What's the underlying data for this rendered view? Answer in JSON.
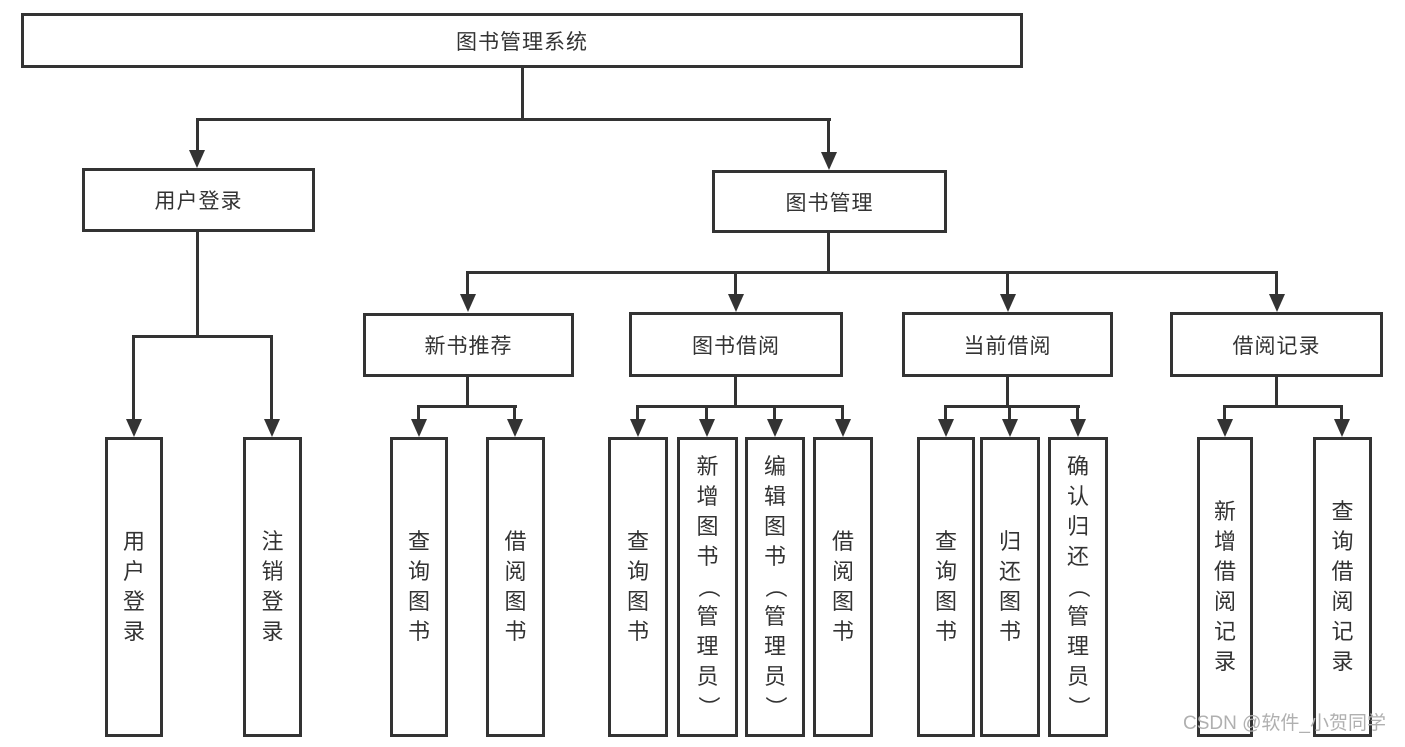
{
  "tree": {
    "root": {
      "label": "图书管理系统"
    },
    "branches": [
      {
        "label": "用户登录",
        "children": [
          "用户登录",
          "注销登录"
        ]
      },
      {
        "label": "图书管理",
        "sub": [
          {
            "label": "新书推荐",
            "children": [
              "查询图书",
              "借阅图书"
            ]
          },
          {
            "label": "图书借阅",
            "children": [
              "查询图书",
              "新增图书（管理员）",
              "编辑图书（管理员）",
              "借阅图书"
            ]
          },
          {
            "label": "当前借阅",
            "children": [
              "查询图书",
              "归还图书",
              "确认归还（管理员）"
            ]
          },
          {
            "label": "借阅记录",
            "children": [
              "新增借阅记录",
              "查询借阅记录"
            ]
          }
        ]
      }
    ]
  },
  "watermark": "CSDN @软件_小贺同学",
  "colors": {
    "line": "#333333",
    "watermark": "#b0b0b0",
    "background": "#ffffff"
  }
}
